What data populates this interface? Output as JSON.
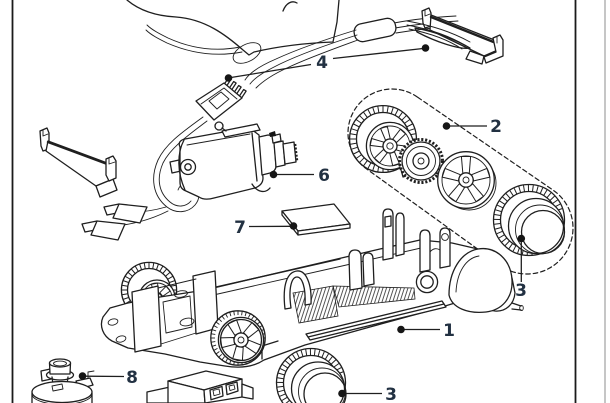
{
  "figure": {
    "type": "exploded-parts-diagram",
    "callouts": {
      "chassis": "1",
      "rear_axle_set": "2",
      "tire_right": "3",
      "tire_bottom": "3",
      "harness": "4",
      "motor": "6",
      "magnet": "7",
      "guide": "8"
    },
    "colors": {
      "line": "#1f1f1f",
      "label": "#223142",
      "page_edge": "#c6c6c6",
      "background": "#ffffff"
    }
  }
}
